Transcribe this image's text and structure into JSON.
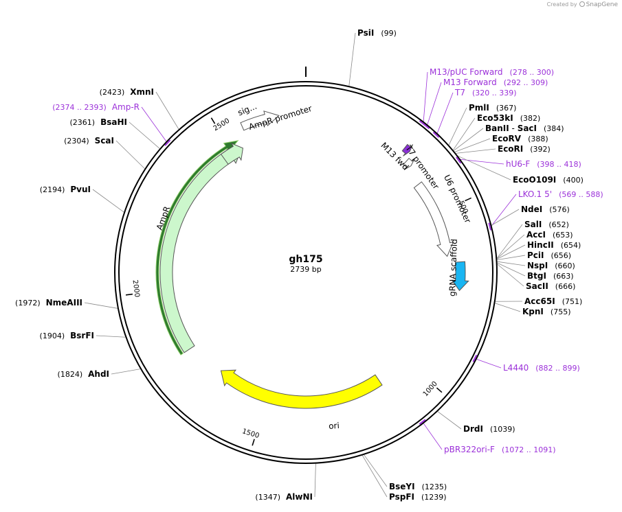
{
  "brand": {
    "created_by": "Created by",
    "app": "SnapGene"
  },
  "plasmid": {
    "name": "gh175",
    "size_label": "2739 bp",
    "length": 2739
  },
  "ticks": [
    {
      "pos": 500,
      "label": "500"
    },
    {
      "pos": 1000,
      "label": "1000"
    },
    {
      "pos": 1500,
      "label": "1500"
    },
    {
      "pos": 2000,
      "label": "2000"
    },
    {
      "pos": 2500,
      "label": "2500"
    }
  ],
  "features": [
    {
      "name": "ampr",
      "label": "AmpR",
      "start": 1800,
      "end": 2530,
      "color": "#ccf7cc",
      "stroke": "#555555",
      "rin": 194,
      "rout": 212
    },
    {
      "name": "amp-r-primer",
      "label": "",
      "start": 1800,
      "end": 2532,
      "color": "#2e7a2e",
      "stroke": "#8fd06a",
      "rin": 214,
      "rout": 218
    },
    {
      "name": "sig-peptide",
      "label": "sig...",
      "start": 2468,
      "end": 2535,
      "color": "#ccf7cc",
      "stroke": "#555555",
      "rin": 194,
      "rout": 212
    },
    {
      "name": "ampr-promoter",
      "label": "AmpR promoter",
      "start": 2560,
      "end": 2665,
      "color": "#ffffff",
      "stroke": "#555555",
      "rin": 226,
      "rout": 238
    },
    {
      "name": "ori",
      "label": "ori",
      "start": 1110,
      "end": 1680,
      "color": "#ffff00",
      "stroke": "#555555",
      "rin": 180,
      "rout": 198
    },
    {
      "name": "m13-fwd",
      "label": "M13 fwd",
      "start": 292,
      "end": 309,
      "color": "#8b2fd6",
      "stroke": "#555555",
      "rin": 226,
      "rout": 238
    },
    {
      "name": "t7-promoter",
      "label": "T7 promoter",
      "start": 320,
      "end": 339,
      "color": "#ffffff",
      "stroke": "#555555",
      "rin": 212,
      "rout": 224
    },
    {
      "name": "u6-promoter",
      "label": "U6 promoter",
      "start": 395,
      "end": 635,
      "color": "#ffffff",
      "stroke": "#555555",
      "rin": 200,
      "rout": 214
    },
    {
      "name": "grna-scaffold",
      "label": "gRNA scaffold",
      "start": 655,
      "end": 736,
      "color": "#19b5f2",
      "stroke": "#555555",
      "rin": 218,
      "rout": 232
    }
  ],
  "enzymes": [
    {
      "name": "PsiI",
      "pos": "(99)",
      "p": 99
    },
    {
      "name": "PmlI",
      "pos": "(367)",
      "p": 367
    },
    {
      "name": "Eco53kI",
      "pos": "(382)",
      "p": 382
    },
    {
      "name": "BanII",
      "sep": " - ",
      "name2": "SacI",
      "pos": "(384)",
      "p": 384
    },
    {
      "name": "EcoRV",
      "pos": "(388)",
      "p": 388
    },
    {
      "name": "EcoRI",
      "pos": "(392)",
      "p": 392
    },
    {
      "name": "EcoO109I",
      "pos": "(400)",
      "p": 400
    },
    {
      "name": "NdeI",
      "pos": "(576)",
      "p": 576
    },
    {
      "name": "SalI",
      "pos": "(652)",
      "p": 652
    },
    {
      "name": "AccI",
      "pos": "(653)",
      "p": 653
    },
    {
      "name": "HincII",
      "pos": "(654)",
      "p": 654
    },
    {
      "name": "PciI",
      "pos": "(656)",
      "p": 656
    },
    {
      "name": "NspI",
      "pos": "(660)",
      "p": 660
    },
    {
      "name": "BtgI",
      "pos": "(663)",
      "p": 663
    },
    {
      "name": "SacII",
      "pos": "(666)",
      "p": 666
    },
    {
      "name": "Acc65I",
      "pos": "(751)",
      "p": 751
    },
    {
      "name": "KpnI",
      "pos": "(755)",
      "p": 755
    },
    {
      "name": "DrdI",
      "pos": "(1039)",
      "p": 1039
    },
    {
      "name": "BseYI",
      "pos": "(1235)",
      "p": 1235
    },
    {
      "name": "PspFI",
      "pos": "(1239)",
      "p": 1239
    },
    {
      "name": "AlwNI",
      "pos": "(1347)",
      "p": 1347
    },
    {
      "name": "AhdI",
      "pos": "(1824)",
      "p": 1824
    },
    {
      "name": "BsrFI",
      "pos": "(1904)",
      "p": 1904
    },
    {
      "name": "NmeAIII",
      "pos": "(1972)",
      "p": 1972
    },
    {
      "name": "PvuI",
      "pos": "(2194)",
      "p": 2194
    },
    {
      "name": "ScaI",
      "pos": "(2304)",
      "p": 2304
    },
    {
      "name": "BsaHI",
      "pos": "(2361)",
      "p": 2361
    },
    {
      "name": "XmnI",
      "pos": "(2423)",
      "p": 2423
    }
  ],
  "primers": [
    {
      "name": "M13/pUC Forward",
      "range": "(278 .. 300)",
      "p": 289
    },
    {
      "name": "M13 Forward",
      "range": "(292 .. 309)",
      "p": 300
    },
    {
      "name": "T7",
      "range": "(320 .. 339)",
      "p": 330
    },
    {
      "name": "hU6-F",
      "range": "(398 .. 418)",
      "p": 408
    },
    {
      "name": "LKO.1 5'",
      "range": "(569 .. 588)",
      "p": 578
    },
    {
      "name": "L4440",
      "range": "(882 .. 899)",
      "p": 890
    },
    {
      "name": "pBR322ori-F",
      "range": "(1072 .. 1091)",
      "p": 1081
    },
    {
      "name": "Amp-R",
      "range": "(2374 .. 2393)",
      "p": 2383
    }
  ],
  "colors": {
    "primer": "#9b30d9",
    "text": "#000000",
    "leader": "#888888"
  }
}
